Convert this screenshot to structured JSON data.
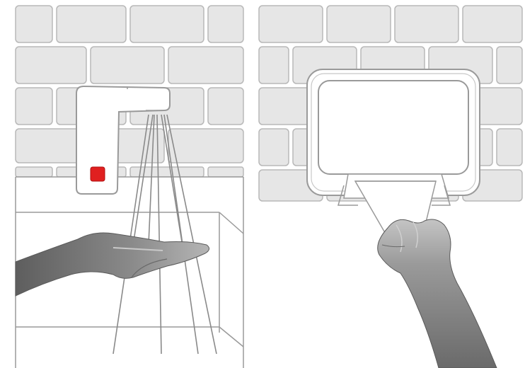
{
  "illustration": {
    "panels": [
      {
        "id": "left",
        "subject": "sensor-faucet",
        "sensor_color": "#e02020"
      },
      {
        "id": "right",
        "subject": "towel-dispenser"
      }
    ],
    "colors": {
      "wall_tile_fill": "#e6e6e6",
      "wall_tile_stroke": "#b8b8b8",
      "line": "#9a9a9a",
      "hand_shadow": "#6e6e6e",
      "hand_light": "#b5b5b5",
      "background": "#ffffff"
    }
  }
}
